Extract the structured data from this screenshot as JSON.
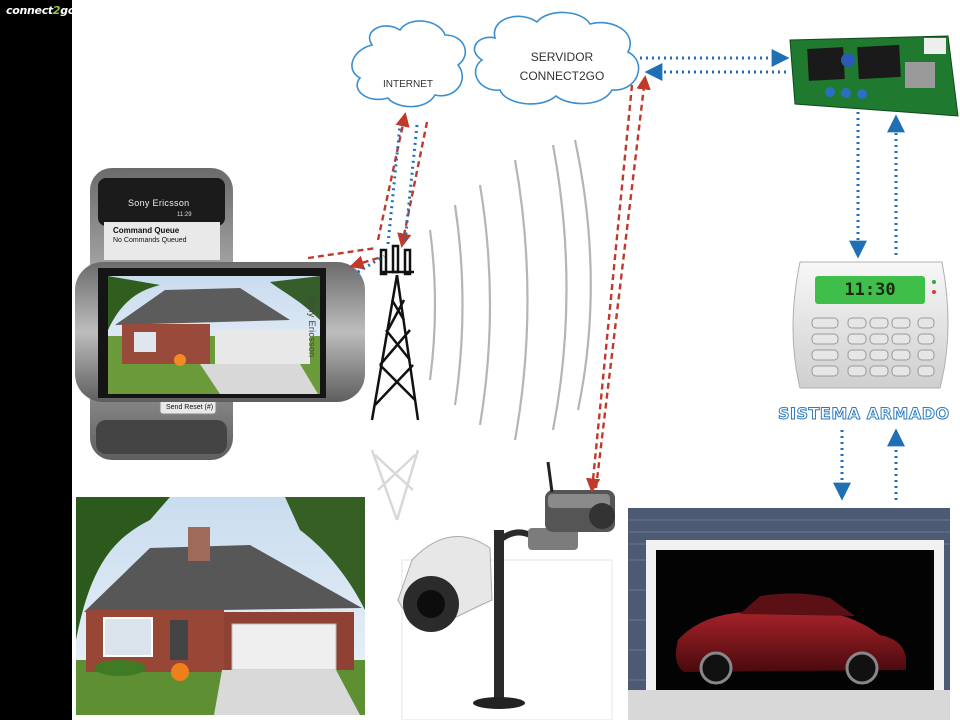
{
  "logo": {
    "part1": "connect",
    "part2": "2",
    "part3": "go"
  },
  "clouds": {
    "internet": "INTERNET",
    "server_line1": "SERVIDOR",
    "server_line2": "CONNECT2GO"
  },
  "status": {
    "armed": "SISTEMA ARMADO"
  },
  "keypad": {
    "display": "11:30"
  },
  "phone": {
    "brand": "Sony Ericsson",
    "time": "11:29",
    "command_queue": "Command Queue",
    "no_commands": "No Commands Queued",
    "send_reset": "Send Reset (#)"
  },
  "colors": {
    "red_link": "#c0392b",
    "blue_link": "#1f6fb5",
    "accent_text": "#2b7bc2"
  }
}
